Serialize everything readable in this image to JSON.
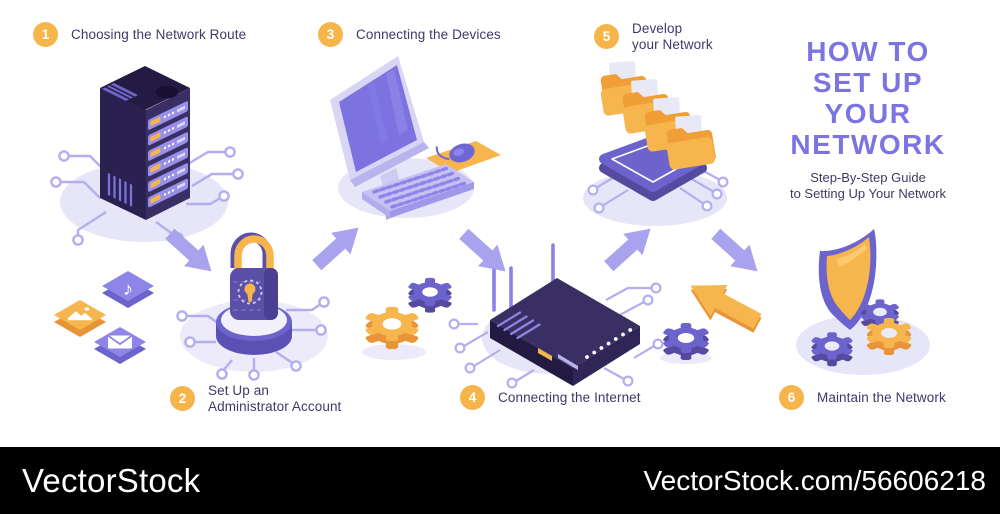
{
  "title": {
    "heading_lines": [
      "HOW TO",
      "SET UP",
      "YOUR",
      "NETWORK"
    ],
    "subtitle_lines": [
      "Step-By-Step Guide",
      "to Setting Up Your Network"
    ]
  },
  "steps": [
    {
      "number": "1",
      "lines": [
        "Choosing the Network Route"
      ],
      "illustration": "server-rack"
    },
    {
      "number": "2",
      "lines": [
        "Set Up an",
        "Administrator Account"
      ],
      "illustration": "padlock-on-pedestal"
    },
    {
      "number": "3",
      "lines": [
        "Connecting the Devices"
      ],
      "illustration": "desktop-computer"
    },
    {
      "number": "4",
      "lines": [
        "Connecting the Internet"
      ],
      "illustration": "wifi-router"
    },
    {
      "number": "5",
      "lines": [
        "Develop",
        "your Network"
      ],
      "illustration": "folder-stack-platform"
    },
    {
      "number": "6",
      "lines": [
        "Maintain the Network"
      ],
      "illustration": "shield-with-gears"
    }
  ],
  "watermark": {
    "logo": "VectorStock",
    "url": "VectorStock.com/56606218"
  },
  "icons": {
    "music_note": "♪"
  },
  "colors": {
    "badge_orange": "#f5b54b",
    "heading_purple": "#7b74e1",
    "label_text": "#3e3a66",
    "accent_orange": "#f6b54d",
    "accent_orange_dark": "#e8953a",
    "accent_purple": "#6c63cc",
    "purple_light": "#8d85e8",
    "dark_purple": "#2b2150",
    "lavender": "#e7e5f8",
    "arrow_purple": "#a9a2ec",
    "circuit_line": "#b4aef0",
    "watermark_bg": "#000000",
    "watermark_text": "#ffffff"
  }
}
